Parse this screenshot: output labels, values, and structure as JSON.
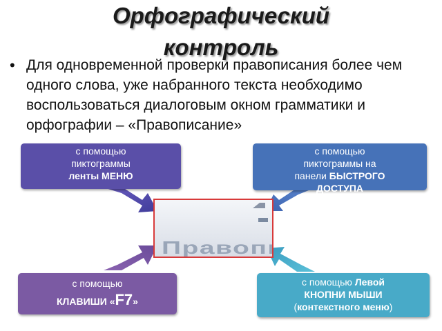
{
  "title": {
    "line1": "Орфографический",
    "line2": "контроль"
  },
  "bullet": {
    "text": "Для одновременной проверки правописания более чем одного слова, уже набранного текста необходимо воспользоваться диалоговым окном грамматики и орфографии – «Правописание»"
  },
  "boxes": {
    "top_left": {
      "line1": "с помощью",
      "line2": "пиктограммы",
      "line3_bold": "ленты МЕНЮ"
    },
    "top_right": {
      "line1": "с помощью",
      "line2": "пиктограммы на",
      "line3_prefix": "панели ",
      "line3_bold": "БЫСТРОГО",
      "line4_bold": "ДОСТУПА"
    },
    "bottom_left": {
      "line1": "с помощью",
      "line2_bold_prefix": "КЛАВИШИ «",
      "key": "F7",
      "line2_bold_suffix": "»"
    },
    "bottom_right": {
      "line1_prefix": "с помощью ",
      "line1_bold": "Левой",
      "line2_bold": "КНОПНИ МЫШИ",
      "line3_open": "(",
      "line3_bold": "контекстного меню",
      "line3_close": ")"
    }
  },
  "preview": {
    "text": "Правописание"
  },
  "colors": {
    "box_top_left": "#5a4fa8",
    "box_top_right": "#4672b8",
    "box_bottom_left": "#7b5aa3",
    "box_bottom_right": "#48aac8",
    "preview_border": "#d83a3a"
  }
}
